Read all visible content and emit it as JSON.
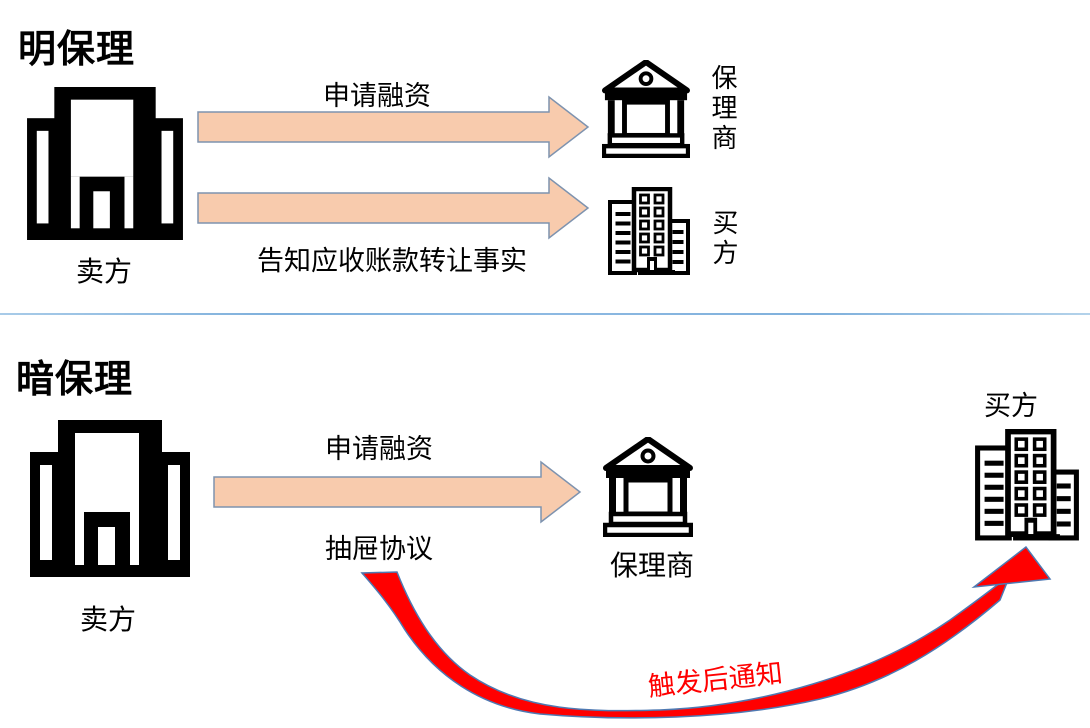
{
  "top_section": {
    "title": "明保理",
    "seller_label": "卖方",
    "finance_arrow_label": "申请融资",
    "notice_arrow_label": "告知应收账款转让事实",
    "factor_label": "保理商",
    "buyer_label": "买方"
  },
  "bottom_section": {
    "title": "暗保理",
    "seller_label": "卖方",
    "finance_arrow_label": "申请融资",
    "drawer_agreement_label": "抽屉协议",
    "factor_label": "保理商",
    "buyer_label": "买方",
    "trigger_notice_label": "触发后通知"
  },
  "colors": {
    "arrow_fill": "#F8CBAD",
    "arrow_stroke": "#7E93AF",
    "red_arrow_fill": "#FF0000",
    "red_arrow_stroke": "#4E79B2",
    "divider_blue": "#7FB0DC",
    "icon_black": "#000000",
    "text_black": "#000000",
    "trigger_text_red": "#FF0000"
  }
}
